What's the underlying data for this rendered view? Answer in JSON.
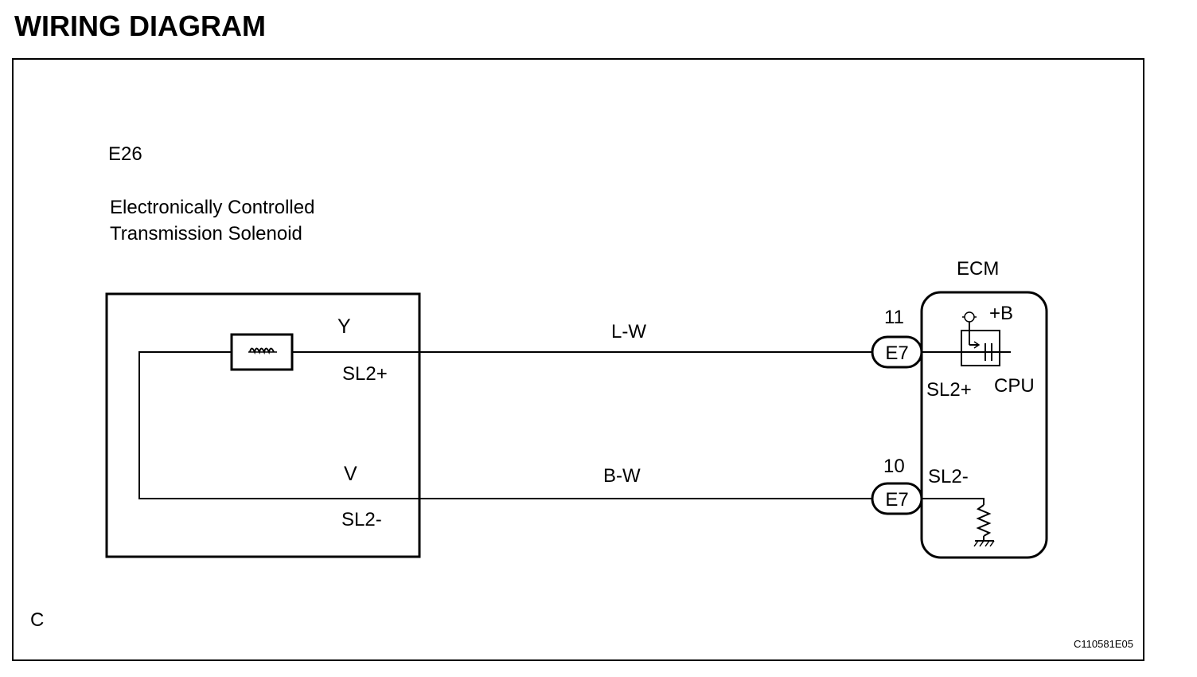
{
  "title": "WIRING DIAGRAM",
  "component": {
    "code": "E26",
    "name_line1": "Electronically Controlled",
    "name_line2": "Transmission Solenoid",
    "wire_color_top": "Y",
    "terminal_top": "SL2+",
    "wire_color_bottom": "V",
    "terminal_bottom": "SL2-"
  },
  "wires": [
    {
      "color": "L-W"
    },
    {
      "color": "B-W"
    }
  ],
  "ecm": {
    "label": "ECM",
    "pin_top": "11",
    "connector_top": "E7",
    "pin_bottom": "10",
    "connector_bottom": "E7",
    "supply_label": "+B",
    "cpu_label": "CPU",
    "terminal_top": "SL2+",
    "terminal_bottom": "SL2-"
  },
  "frame_corner_label": "C",
  "figure_id": "C110581E05"
}
